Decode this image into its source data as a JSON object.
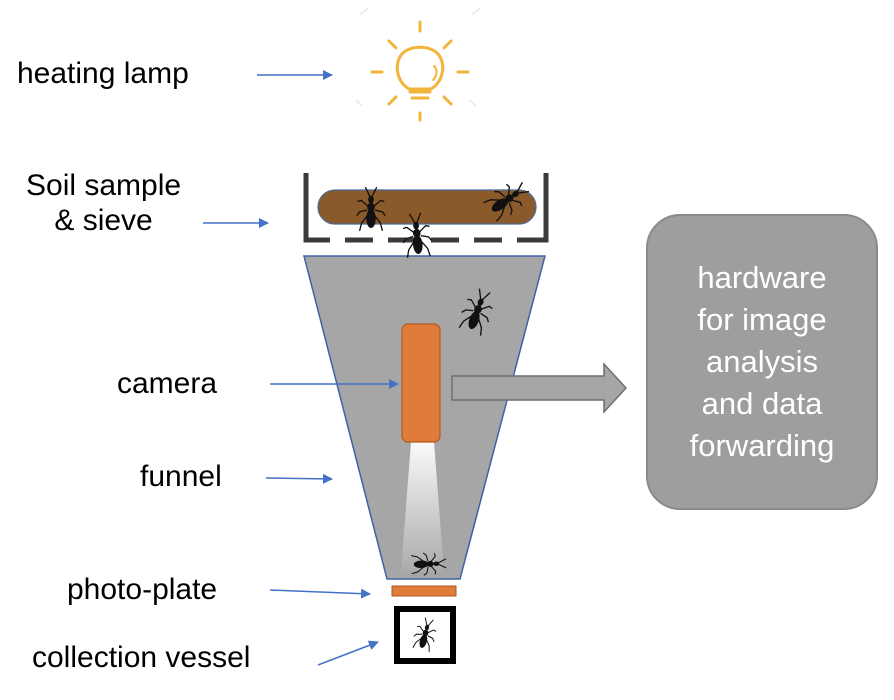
{
  "labels": {
    "heating_lamp": "heating lamp",
    "soil_sample_sieve": "Soil sample\n& sieve",
    "camera": "camera",
    "funnel": "funnel",
    "photo_plate": "photo-plate",
    "collection_vessel": "collection vessel"
  },
  "hardware_box": {
    "text": "hardware\nfor image\nanalysis\nand data\nforwarding"
  },
  "colors": {
    "arrow": "#4472c4",
    "lamp": "#f2b53a",
    "soil": "#8b5a2b",
    "funnel": "#a6a6a6",
    "camera": "#e07b39",
    "hardware_box": "#9e9e9e"
  }
}
